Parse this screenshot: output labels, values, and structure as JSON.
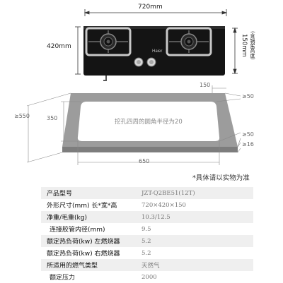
{
  "dimensions": {
    "width": "720mm",
    "depth": "420mm",
    "height": "150mm",
    "height_note": "(含锅架高度)",
    "cutout_right": "150",
    "gap_top_right": "≥50",
    "min_left": "≥550",
    "cutout_depth": "350",
    "gap_bottom_right": "≥50",
    "thickness": "≥16",
    "cutout_width": "650",
    "corner_hint": "挖孔四周的圆角半径为20"
  },
  "brand": "Haier",
  "note": "*具体请以实物为准",
  "specs": [
    {
      "label": "产品型号",
      "value": "JZT-Q2BE51(12T)"
    },
    {
      "label": "外形尺寸(mm) 长*宽*高",
      "value": "720×420×150"
    },
    {
      "label": "净重/毛重(kg)",
      "value": "10.3/12.5"
    },
    {
      "label": "连接胶管内径(mm)",
      "value": "9.5"
    },
    {
      "label": "额定热负荷(kw) 左燃烧器",
      "value": "5.2"
    },
    {
      "label": "额定热负荷(kw) 右燃烧器",
      "value": "5.2"
    },
    {
      "label": "所适用的燃气类型",
      "value": "天然气"
    },
    {
      "label": "额定压力",
      "value": "2000"
    }
  ],
  "colors": {
    "cooktop": "#141414",
    "trivet": "#c8c8c8",
    "counter": "#9c9c9c",
    "cutout": "#ffffff",
    "table_shade": "#efefef"
  }
}
